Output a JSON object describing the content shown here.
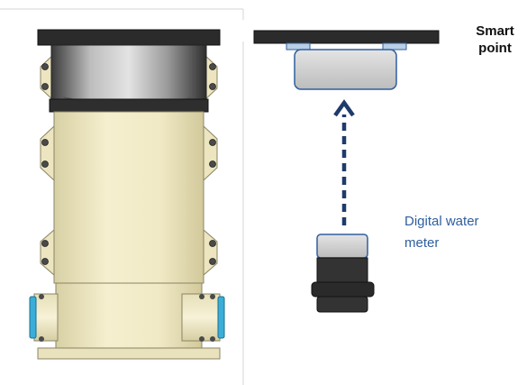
{
  "labels": {
    "smart_point_line1": "Smart",
    "smart_point_line2": "point",
    "meter_line1": "Digital water",
    "meter_line2": "meter"
  },
  "colors": {
    "body_cream": "#efe8c4",
    "metal_dark": "#2b2b2b",
    "gasket_blue": "#3aaed8",
    "arrow_navy": "#1f3b6b",
    "label_blue": "#2f5f9e"
  }
}
